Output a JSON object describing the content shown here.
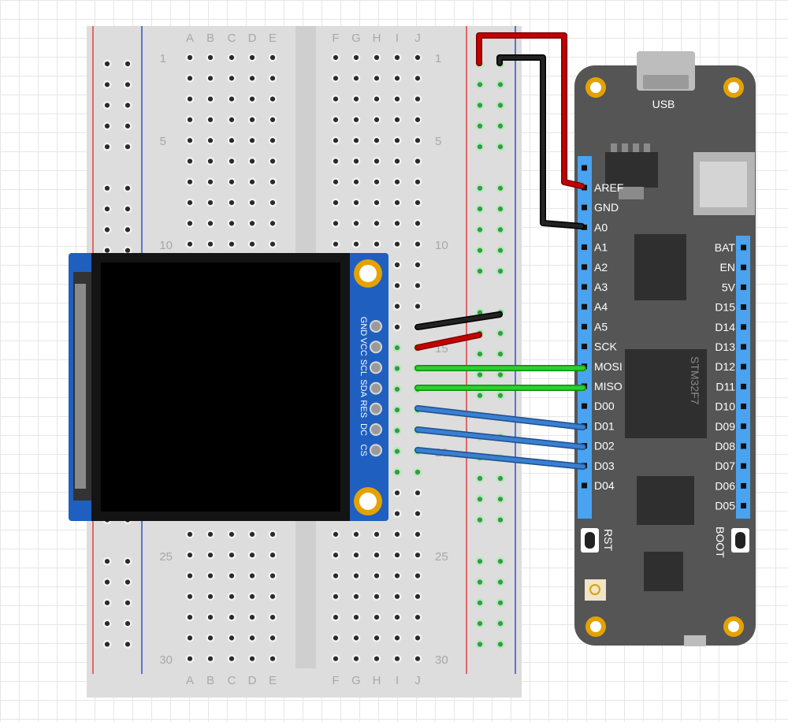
{
  "breadboard": {
    "columns_left": [
      "A",
      "B",
      "C",
      "D",
      "E"
    ],
    "columns_right": [
      "F",
      "G",
      "H",
      "I",
      "J"
    ],
    "row_numbers": [
      "1",
      "5",
      "10",
      "15",
      "20",
      "25",
      "30"
    ]
  },
  "display": {
    "pins": [
      "GND",
      "VCC",
      "SCL",
      "SDA",
      "RES",
      "DC",
      "CS"
    ]
  },
  "board": {
    "usb_label": "USB",
    "chip_label": "STM32F7",
    "left_pins": [
      "AREF",
      "GND",
      "A0",
      "A1",
      "A2",
      "A3",
      "A4",
      "A5",
      "SCK",
      "MOSI",
      "MISO",
      "D00",
      "D01",
      "D02",
      "D03",
      "D04"
    ],
    "right_pins": [
      "BAT",
      "EN",
      "5V",
      "D15",
      "D14",
      "D13",
      "D12",
      "D11",
      "D10",
      "D09",
      "D08",
      "D07",
      "D06",
      "D05"
    ],
    "rst_label": "RST",
    "boot_label": "BOOT"
  },
  "wires": [
    {
      "color": "#c40000",
      "role": "power"
    },
    {
      "color": "#111111",
      "role": "ground"
    },
    {
      "color": "#2ad12a",
      "role": "spi-data"
    },
    {
      "color": "#3a7fd1",
      "role": "control"
    }
  ]
}
